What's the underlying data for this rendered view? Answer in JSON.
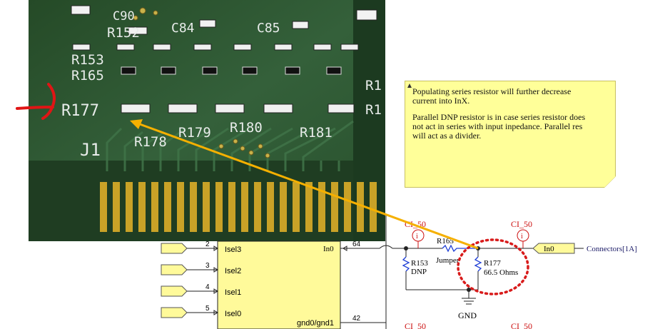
{
  "pcb": {
    "silkscreen": [
      "C90",
      "R152",
      "C84",
      "C85",
      "R153",
      "R165",
      "R177",
      "R178",
      "R179",
      "R180",
      "R181",
      "J1",
      "R1",
      "R1"
    ]
  },
  "note": {
    "paragraph1": "Populating series resistor will further decrease\ncurrent into InX.",
    "paragraph2": "Parallel DNP resistor is in case series resistor does\nnot act in series with input inpedance. Parallel res\nwill act as a divider."
  },
  "schematic": {
    "ports": [
      "Isel3",
      "Isel2",
      "Isel1",
      "Isel0"
    ],
    "pins": [
      "2",
      "3",
      "4",
      "5"
    ],
    "in0_pin_label": "In0",
    "gnd_pin_label": "gnd0/gnd1",
    "net_64": "64",
    "net_42": "42",
    "ci_left": "CI_50",
    "ci_right": "CI_50",
    "ci_bottom_left": "CI_50",
    "ci_bottom_right": "CI_50",
    "probe_symbol": "i",
    "r165_name": "R165",
    "r165_value": "Jumper",
    "r153_name": "R153",
    "r153_value": "DNP",
    "r177_name": "R177",
    "r177_value": "66.5 Ohms",
    "gnd_label": "GND",
    "in0_port": "In0",
    "connector_ref": "Connectors[1A]"
  },
  "colors": {
    "accent_arrow": "#f5b000",
    "highlight_circle": "#d81b1b",
    "resistor_blue": "#1f3fd6",
    "note_bg": "#ffff99",
    "port_fill": "#fffa9a",
    "pcb_green": "#2f5a30"
  }
}
